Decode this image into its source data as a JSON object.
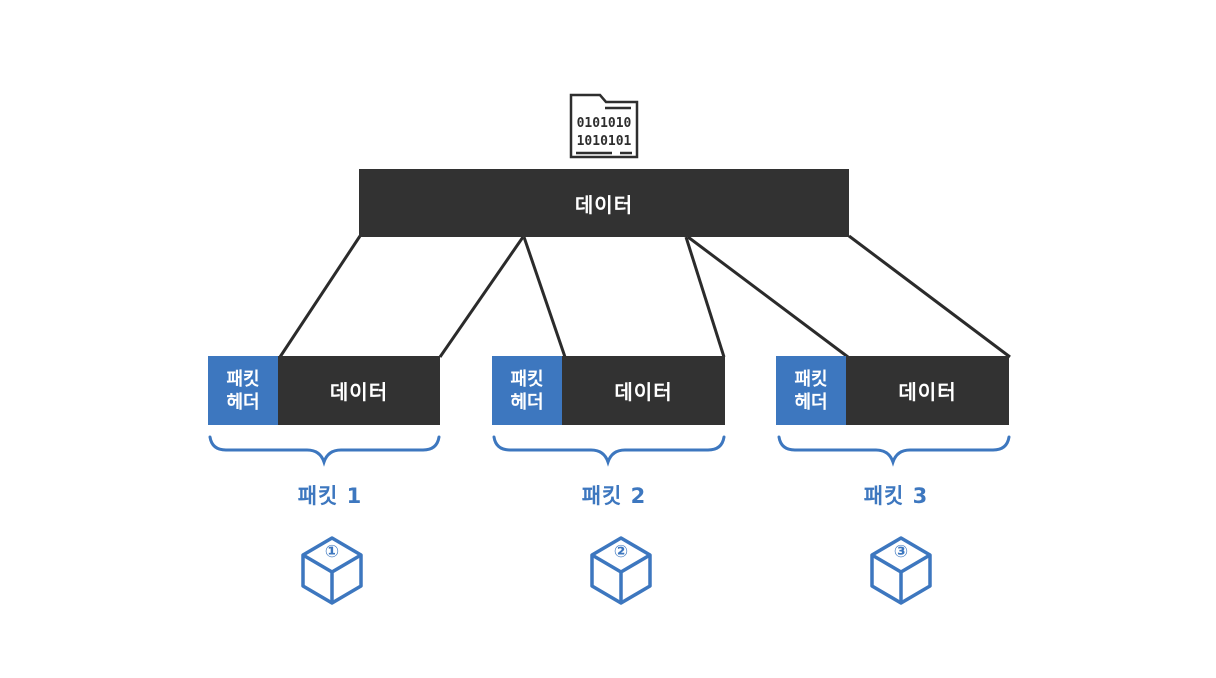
{
  "top_block": {
    "label": "데이터"
  },
  "packets": [
    {
      "header_line1": "패킷",
      "header_line2": "헤더",
      "data_label": "데이터",
      "name": "패킷 1",
      "badge": "①"
    },
    {
      "header_line1": "패킷",
      "header_line2": "헤더",
      "data_label": "데이터",
      "name": "패킷 2",
      "badge": "②"
    },
    {
      "header_line1": "패킷",
      "header_line2": "헤더",
      "data_label": "데이터",
      "name": "패킷 3",
      "badge": "③"
    }
  ],
  "file_icon": {
    "row1": "0101010",
    "row2": "1010101"
  },
  "colors": {
    "dark": "#323232",
    "accent": "#3d77bf",
    "background": "#ffffff"
  },
  "icons": [
    "binary-file-icon",
    "package-box-icon"
  ]
}
